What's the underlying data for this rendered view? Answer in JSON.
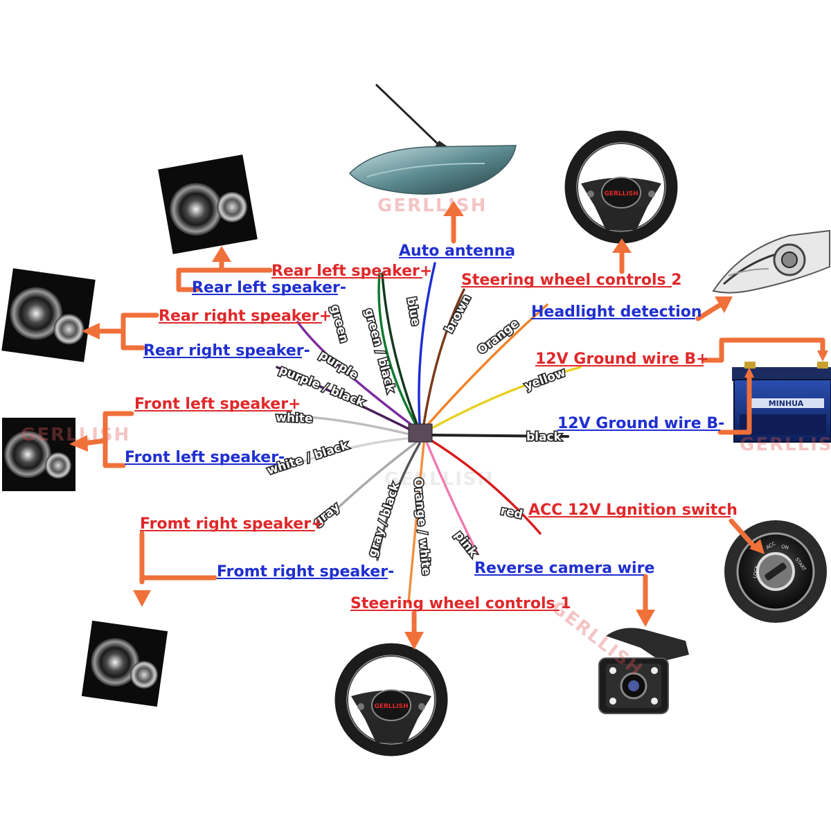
{
  "watermark": "GERLLISH",
  "connectors": {
    "auto_antenna": "Auto antenna",
    "rear_left_plus": "Rear left speaker+",
    "rear_left_minus": "Rear left speaker-",
    "rear_right_plus": "Rear right speaker+",
    "rear_right_minus": "Rear right speaker-",
    "front_left_plus": "Front left speaker+",
    "front_left_minus": "Front left speaker-",
    "front_right_plus": "Fromt right speaker+",
    "front_right_minus": "Fromt right speaker-",
    "steering_2": "Steering wheel controls 2",
    "steering_1": "Steering wheel controls 1",
    "headlight": "Headlight detection",
    "gnd_bplus": "12V Ground wire B+",
    "gnd_bminus": "12V Ground wire B-",
    "acc": "ACC 12V Lgnition switch",
    "reverse_cam": "Reverse camera wire"
  },
  "wires": {
    "green": "green",
    "green_black": "green / black",
    "blue": "blue",
    "brown": "brown",
    "orange": "Orange",
    "yellow": "yellow",
    "black": "black",
    "red": "red",
    "pink": "pink",
    "orange_white": "Orange / white",
    "gray_black": "gray / black",
    "gray": "gray",
    "white_black": "white / black",
    "white": "white",
    "purple_black": "purple / black",
    "purple": "purple"
  },
  "devices": {
    "battery_brand": "MINHUA",
    "steering_logo": "GERLLISH",
    "ignition_positions": [
      "LOCK",
      "ACC",
      "ON",
      "START"
    ]
  },
  "colors": {
    "label_red": "#e0282a",
    "label_blue": "#1f2fd0",
    "arrow_orange": "#f0703a"
  }
}
